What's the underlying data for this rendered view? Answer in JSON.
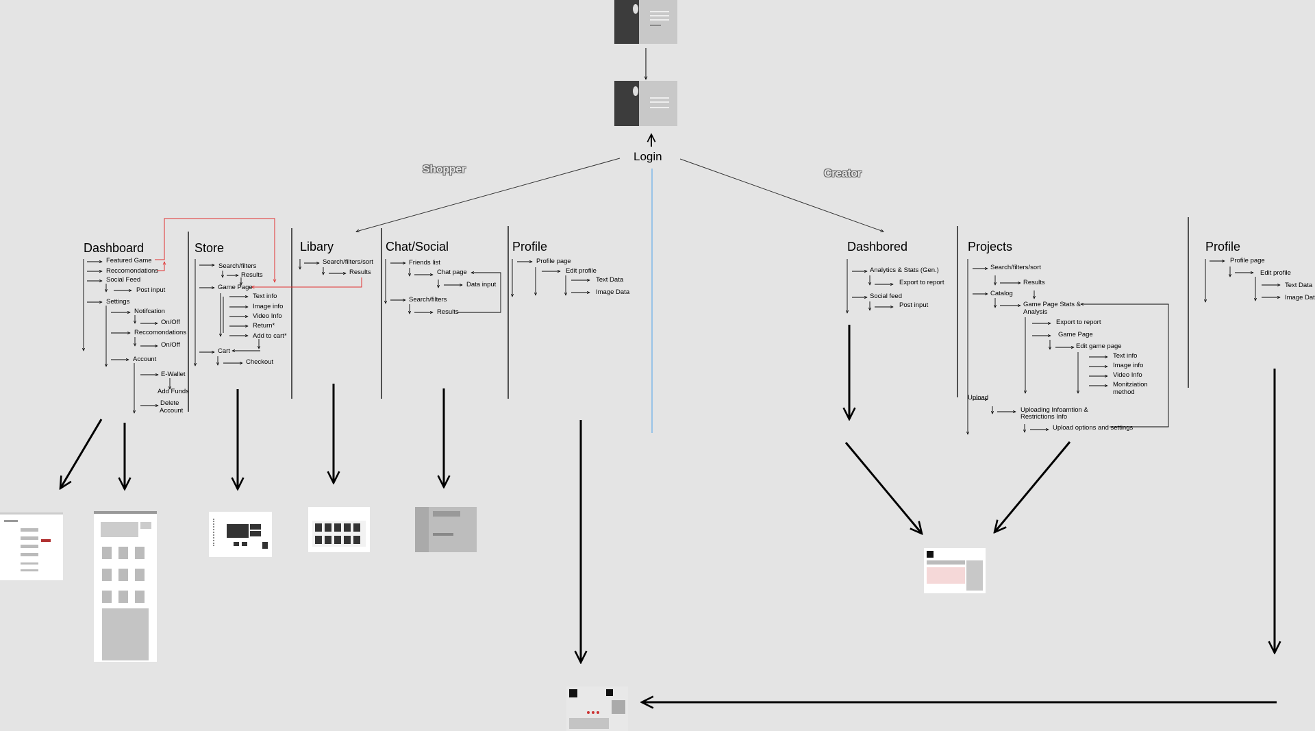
{
  "login": {
    "label": "Login"
  },
  "roles": {
    "shopper": "Shopper",
    "creator": "Creator"
  },
  "shopper": {
    "dashboard": {
      "title": "Dashboard",
      "items": [
        "Featured Game",
        "Reccomondations",
        "Social Feed",
        "Post input",
        "Settings",
        "Notifcation",
        "On/Off",
        "Reccomondations",
        "On/Off",
        "Account",
        "E-Wallet",
        "Add Funds",
        "Delete",
        "Account"
      ]
    },
    "store": {
      "title": "Store",
      "items": [
        "Search/filters",
        "Results",
        "Game Page",
        "Text info",
        "Image info",
        "Video Info",
        "Return*",
        "Add to cart*",
        "Cart",
        "Checkout"
      ]
    },
    "library": {
      "title": "Libary",
      "items": [
        "Search/filters/sort",
        "Results"
      ]
    },
    "chat": {
      "title": "Chat/Social",
      "items": [
        "Friends list",
        "Chat page",
        "Data input",
        "Search/filters",
        "Results"
      ]
    },
    "profile": {
      "title": "Profile",
      "items": [
        "Profile page",
        "Edit profile",
        "Text Data",
        "Image Data"
      ]
    }
  },
  "creator": {
    "dashboard": {
      "title": "Dashbored",
      "items": [
        "Analytics & Stats (Gen.)",
        "Export to report",
        "Social feed",
        "Post input"
      ]
    },
    "projects": {
      "title": "Projects",
      "items": [
        "Search/filters/sort",
        "Results",
        "Catalog",
        "Game Page Stats &",
        "Analysis",
        "Export to report",
        "Game Page",
        "Edit game page",
        "Text info",
        "Image info",
        "Video Info",
        "Monitziation",
        "method",
        "Upload",
        "Uploading Infoamtion &",
        "Restrictions Info",
        "Upload options and settings"
      ]
    },
    "profile": {
      "title": "Profile",
      "items": [
        "Profile page",
        "Edit profile",
        "Text Data",
        "Image Data"
      ]
    }
  },
  "colors": {
    "background": "#e4e4e4",
    "line": "#000000",
    "cross_link": "#e03030",
    "divider": "#7fb8e8",
    "thumb_dark": "#3c3c3c",
    "thumb_light": "#c8c8c8"
  }
}
